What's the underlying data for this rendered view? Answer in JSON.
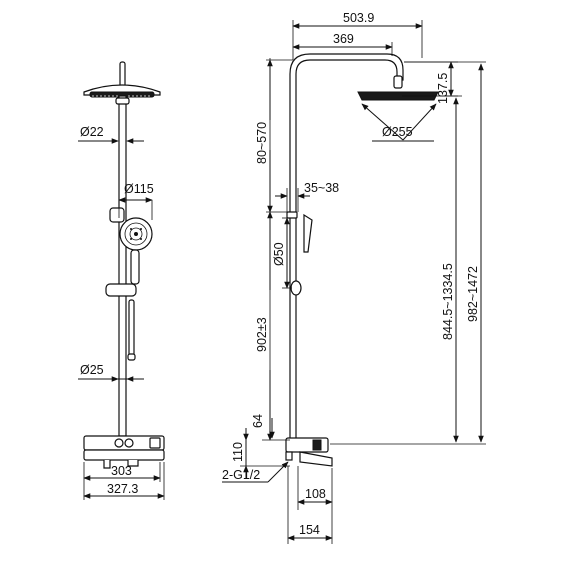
{
  "front_view": {
    "diam_pipe_top": "Ø22",
    "diam_handshower": "Ø115",
    "diam_pipe_bottom": "Ø25",
    "width_shelf": "303",
    "width_overall": "327.3"
  },
  "side_view": {
    "reach_overall": "503.9",
    "reach_arm": "369",
    "head_height": "137.5",
    "head_diameter": "Ø255",
    "height_adjust": "80~570",
    "holder_range": "35~38",
    "diam_holder": "Ø50",
    "total_adjust": "844.5~1334.5",
    "total_height": "982~1472",
    "mixer_to_holder": "902±3",
    "mixer_offset": "64",
    "mixer_height": "110",
    "connection": "2-G1/2",
    "spout_width": "108",
    "depth": "154"
  },
  "colors": {
    "line": "#111111",
    "dark_fill": "#1a1a1a"
  }
}
